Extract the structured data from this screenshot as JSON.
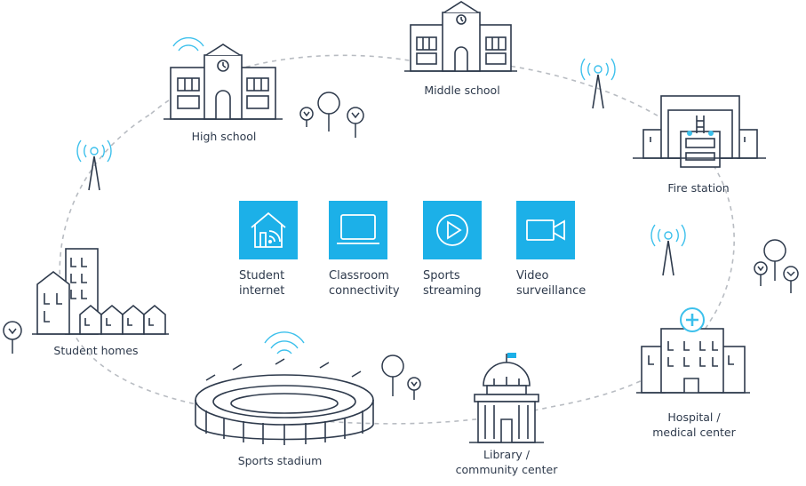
{
  "locations": {
    "middle_school": "Middle school",
    "high_school": "High school",
    "fire_station": "Fire station",
    "student_homes": "Student homes",
    "hospital_line1": "Hospital /",
    "hospital_line2": "medical center",
    "sports_stadium": "Sports stadium",
    "library_line1": "Library /",
    "library_line2": "community center"
  },
  "services": [
    {
      "icon": "house-wifi-icon",
      "line1": "Student",
      "line2": "internet"
    },
    {
      "icon": "laptop-icon",
      "line1": "Classroom",
      "line2": "connectivity"
    },
    {
      "icon": "play-icon",
      "line1": "Sports",
      "line2": "streaming"
    },
    {
      "icon": "video-camera-icon",
      "line1": "Video",
      "line2": "surveillance"
    }
  ],
  "colors": {
    "accent": "#1cb0e8",
    "line": "#2e3a4c",
    "dash": "#b8bcc2",
    "signal": "#3cc0ec"
  }
}
